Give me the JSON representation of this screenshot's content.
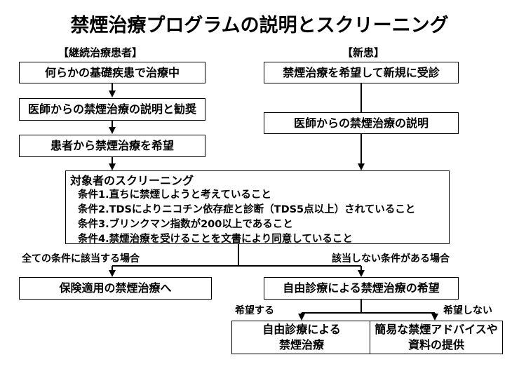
{
  "title": "禁煙治療プログラムの説明とスクリーニング",
  "left_section": "【継続治療患者】",
  "right_section": "【新患】",
  "left_boxes": [
    "何らかの基礎疾患で治療中",
    "医師からの禁煙治療の説明と勧奨",
    "患者から禁煙治療を希望"
  ],
  "right_boxes": [
    "禁煙治療を希望して新規に受診",
    "医師からの禁煙治療の説明"
  ],
  "screening": {
    "heading": "対象者のスクリーニング",
    "conditions": [
      "条件1.直ちに禁煙しようと考えていること",
      "条件2.TDSによりニコチン依存症と診断（TDS5点以上）されていること",
      "条件3.ブリンクマン指数が200以上であること",
      "条件4.禁煙治療を受けることを文書により同意していること"
    ]
  },
  "branch_all": "全ての条件に該当する場合",
  "branch_not": "該当しない条件がある場合",
  "insured_box": "保険適用の禁煙治療へ",
  "private_box": "自由診療による禁煙治療の希望",
  "want_label": "希望する",
  "not_want_label": "希望しない",
  "private_treatment_line1": "自由診療による",
  "private_treatment_line2": "禁煙治療",
  "advice_line1": "簡易な禁煙アドバイスや",
  "advice_line2": "資料の提供"
}
